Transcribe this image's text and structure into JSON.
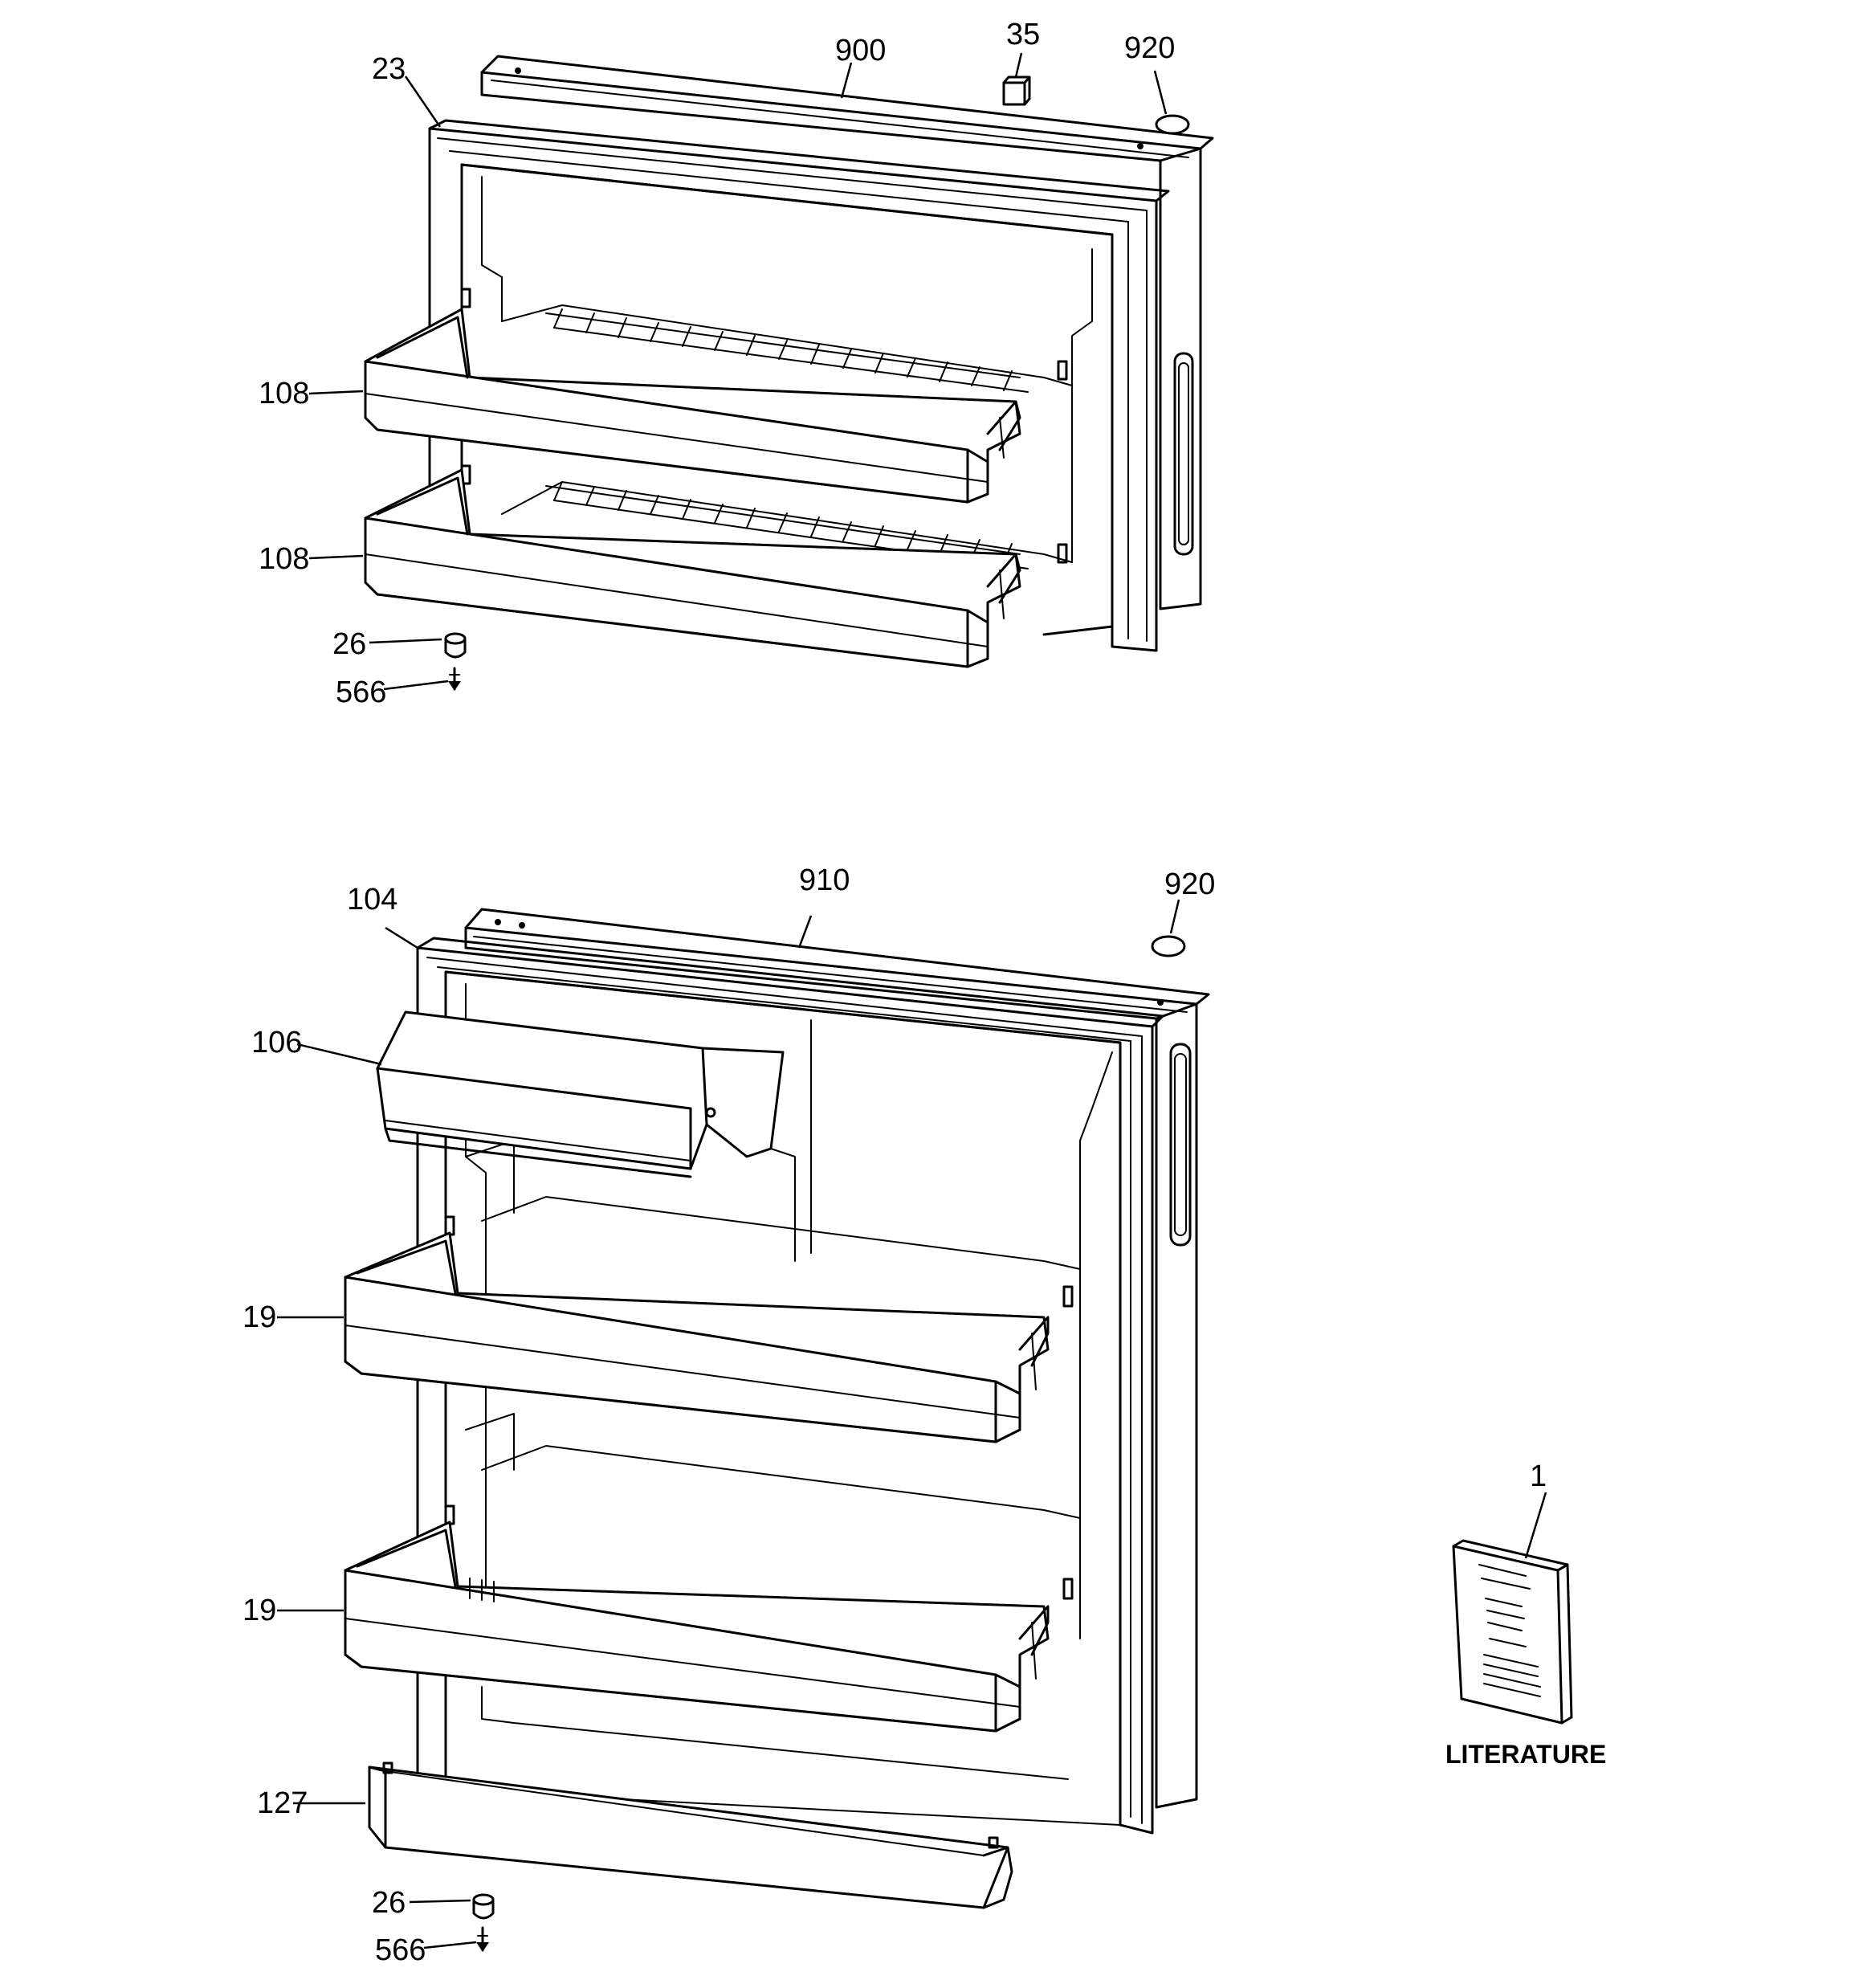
{
  "diagram": {
    "freezer_door_callouts": {
      "c900": "900",
      "c35": "35",
      "c920": "920",
      "c23": "23",
      "c108a": "108",
      "c108b": "108",
      "c26": "26",
      "c566": "566"
    },
    "fresh_food_door_callouts": {
      "c910": "910",
      "c920": "920",
      "c104": "104",
      "c106": "106",
      "c19a": "19",
      "c19b": "19",
      "c127": "127",
      "c26": "26",
      "c566": "566"
    },
    "literature": {
      "callout": "1",
      "label": "LITERATURE"
    }
  }
}
